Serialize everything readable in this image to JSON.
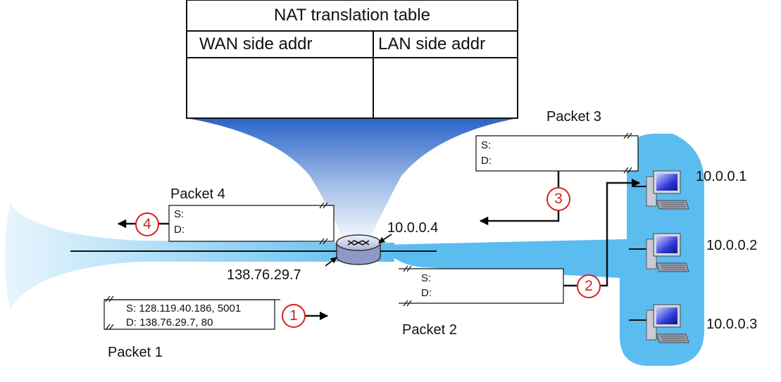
{
  "nat_table": {
    "title": "NAT translation table",
    "col_wan": "WAN side addr",
    "col_lan": "LAN side addr"
  },
  "packets": {
    "p1": {
      "name": "Packet 1",
      "src": "S: 128.119.40.186, 5001",
      "dst": "D: 138.76.29.7, 80",
      "step": "1"
    },
    "p2": {
      "name": "Packet 2",
      "src": "S:",
      "dst": "D:",
      "step": "2"
    },
    "p3": {
      "name": "Packet 3",
      "src": "S:",
      "dst": "D:",
      "step": "3"
    },
    "p4": {
      "name": "Packet 4",
      "src": "S:",
      "dst": "D:",
      "step": "4"
    }
  },
  "addresses": {
    "router_wan": "138.76.29.7",
    "router_lan": "10.0.0.4",
    "host1": "10.0.0.1",
    "host2": "10.0.0.2",
    "host3": "10.0.0.3"
  },
  "colors": {
    "lan_blue": "#5bbcf0",
    "funnel_blue": "#2a64c8",
    "step_red": "#d62020"
  }
}
